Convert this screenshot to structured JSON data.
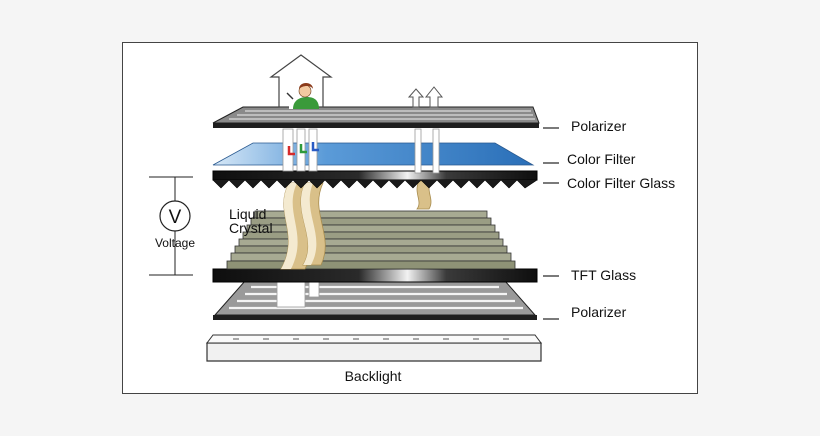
{
  "labels": {
    "polarizer_top": "Polarizer",
    "color_filter": "Color Filter",
    "color_filter_glass": "Color Filter Glass",
    "tft_glass": "TFT Glass",
    "polarizer_bottom": "Polarizer",
    "backlight": "Backlight",
    "liquid": "Liquid",
    "crystal": "Crystal",
    "voltage_symbol": "V",
    "voltage": "Voltage"
  },
  "colors": {
    "frame_border": "#444444",
    "polarizer_gray": "#8a8a8a",
    "color_filter_blue": "#4a8fd0",
    "crystal_olive": "#8e9276",
    "crystal_tan": "#d9c089",
    "glass_dark": "#1b1b1b",
    "filter_red": "#d62b2b",
    "filter_green": "#2f9a3a",
    "filter_blue": "#2a5bc4"
  }
}
